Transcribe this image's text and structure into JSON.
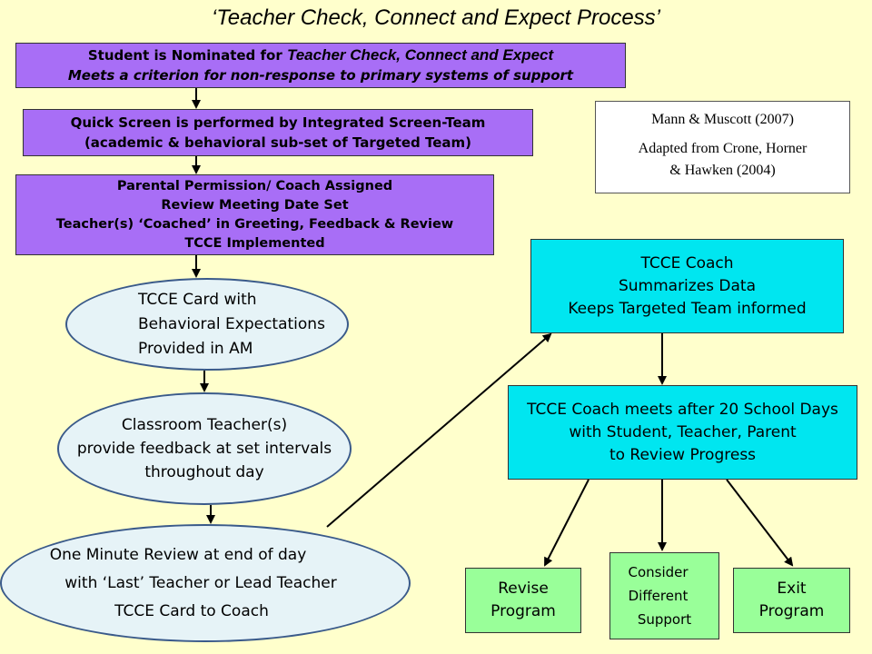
{
  "title": "‘Teacher Check, Connect and Expect Process’",
  "nomination": {
    "line1_prefix": "Student is Nominated for ",
    "line1_italic": "Teacher Check, Connect and Expect",
    "line2": "Meets a criterion for non-response to primary systems of support"
  },
  "quick_screen": {
    "line1": "Quick Screen is performed by Integrated Screen-Team",
    "line2": "(academic & behavioral sub-set of Targeted Team)"
  },
  "permission": {
    "line1": "Parental Permission/ Coach Assigned",
    "line2": "Review Meeting Date Set",
    "line3": "Teacher(s) ‘Coached’ in Greeting, Feedback & Review",
    "line4": "TCCE Implemented"
  },
  "citation": {
    "line1": "Mann & Muscott (2007)",
    "line2": "Adapted from Crone, Horner",
    "line3": "& Hawken (2004)"
  },
  "card": {
    "line1": "TCCE Card with",
    "line2": "Behavioral Expectations",
    "line3": "Provided in AM"
  },
  "feedback": {
    "line1": "Classroom Teacher(s)",
    "line2": "provide feedback at set intervals",
    "line3": "throughout day"
  },
  "review": {
    "line1": "One Minute Review at end of day",
    "line2": "with ‘Last’ Teacher or Lead Teacher",
    "line3": "TCCE Card to Coach"
  },
  "coach": {
    "line1": "TCCE Coach",
    "line2": "Summarizes Data",
    "line3": "Keeps Targeted Team informed"
  },
  "meeting": {
    "line1": "TCCE Coach meets after 20 School Days",
    "line2": "with Student, Teacher, Parent",
    "line3": "to Review Progress"
  },
  "outcomes": {
    "revise": {
      "line1": "Revise",
      "line2": "Program"
    },
    "consider": {
      "line1": "Consider",
      "line2": "Different",
      "line3": "Support"
    },
    "exit": {
      "line1": "Exit",
      "line2": "Program"
    }
  },
  "colors": {
    "background": "#FFFFCC",
    "process_box": "#A86EF6",
    "ellipse": "#E6F3F7",
    "coach_box": "#00E6F0",
    "outcome_box": "#99FF99"
  }
}
